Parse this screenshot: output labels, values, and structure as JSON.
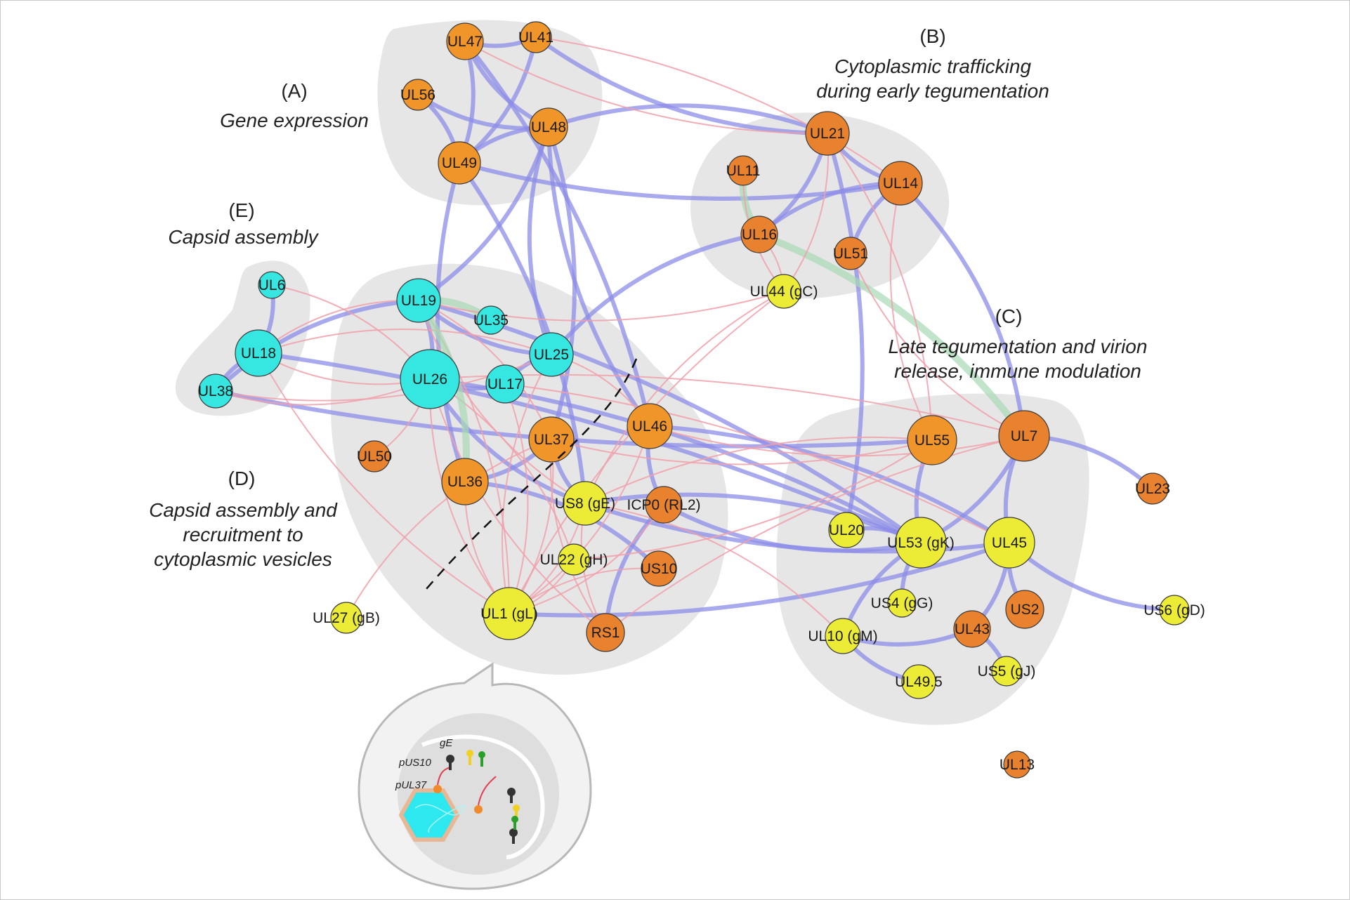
{
  "groups": [
    {
      "key": "A",
      "title": "(A)",
      "desc": [
        "Gene expression"
      ]
    },
    {
      "key": "B",
      "title": "(B)",
      "desc": [
        "Cytoplasmic trafficking",
        "during early tegumentation"
      ]
    },
    {
      "key": "C",
      "title": "(C)",
      "desc": [
        "Late tegumentation and virion",
        "release, immune modulation"
      ]
    },
    {
      "key": "D",
      "title": "(D)",
      "desc": [
        "Capsid assembly and",
        "recruitment to",
        "cytoplasmic vesicles"
      ]
    },
    {
      "key": "E",
      "title": "(E)",
      "desc": [
        "Capsid assembly"
      ]
    }
  ],
  "colors": {
    "orange": "#e8822e",
    "amber": "#f0952a",
    "cyan": "#36e6e0",
    "yellow": "#ecec36",
    "blue_edge": "#8c8ce8",
    "red_edge": "#f0a0aa",
    "green_edge": "#a6d8b4",
    "hull": "#e6e6e6"
  },
  "nodes": [
    {
      "id": "UL47",
      "label": "UL47",
      "color": "amber"
    },
    {
      "id": "UL41",
      "label": "UL41",
      "color": "amber"
    },
    {
      "id": "UL56",
      "label": "UL56",
      "color": "amber"
    },
    {
      "id": "UL48",
      "label": "UL48",
      "color": "amber"
    },
    {
      "id": "UL49",
      "label": "UL49",
      "color": "amber"
    },
    {
      "id": "UL21",
      "label": "UL21",
      "color": "orange"
    },
    {
      "id": "UL11",
      "label": "UL11",
      "color": "orange"
    },
    {
      "id": "UL14",
      "label": "UL14",
      "color": "orange"
    },
    {
      "id": "UL16",
      "label": "UL16",
      "color": "orange"
    },
    {
      "id": "UL51",
      "label": "UL51",
      "color": "orange"
    },
    {
      "id": "UL44",
      "label": "UL44 (gC)",
      "color": "yellow"
    },
    {
      "id": "UL6",
      "label": "UL6",
      "color": "cyan"
    },
    {
      "id": "UL18",
      "label": "UL18",
      "color": "cyan"
    },
    {
      "id": "UL38",
      "label": "UL38",
      "color": "cyan"
    },
    {
      "id": "UL19",
      "label": "UL19",
      "color": "cyan"
    },
    {
      "id": "UL35",
      "label": "UL35",
      "color": "cyan"
    },
    {
      "id": "UL25",
      "label": "UL25",
      "color": "cyan"
    },
    {
      "id": "UL26",
      "label": "UL26",
      "color": "cyan"
    },
    {
      "id": "UL17",
      "label": "UL17",
      "color": "cyan"
    },
    {
      "id": "UL50",
      "label": "UL50",
      "color": "orange"
    },
    {
      "id": "UL37",
      "label": "UL37",
      "color": "amber"
    },
    {
      "id": "UL46",
      "label": "UL46",
      "color": "amber"
    },
    {
      "id": "UL36",
      "label": "UL36",
      "color": "amber"
    },
    {
      "id": "US8",
      "label": "US8 (gE)",
      "color": "yellow"
    },
    {
      "id": "ICP0",
      "label": "ICP0 (RL2)",
      "color": "orange"
    },
    {
      "id": "UL22",
      "label": "UL22 (gH)",
      "color": "yellow"
    },
    {
      "id": "US10",
      "label": "US10",
      "color": "orange"
    },
    {
      "id": "UL1",
      "label": "UL1 (gL)",
      "color": "yellow"
    },
    {
      "id": "RS1",
      "label": "RS1",
      "color": "orange"
    },
    {
      "id": "UL27",
      "label": "UL27 (gB)",
      "color": "yellow"
    },
    {
      "id": "UL55",
      "label": "UL55",
      "color": "amber"
    },
    {
      "id": "UL7",
      "label": "UL7",
      "color": "orange"
    },
    {
      "id": "UL23",
      "label": "UL23",
      "color": "orange"
    },
    {
      "id": "UL20",
      "label": "UL20",
      "color": "yellow"
    },
    {
      "id": "UL53",
      "label": "UL53 (gK)",
      "color": "yellow"
    },
    {
      "id": "UL45",
      "label": "UL45",
      "color": "yellow"
    },
    {
      "id": "US4",
      "label": "US4 (gG)",
      "color": "yellow"
    },
    {
      "id": "US2",
      "label": "US2",
      "color": "orange"
    },
    {
      "id": "UL43",
      "label": "UL43",
      "color": "orange"
    },
    {
      "id": "US6",
      "label": "US6 (gD)",
      "color": "yellow"
    },
    {
      "id": "UL10",
      "label": "UL10 (gM)",
      "color": "yellow"
    },
    {
      "id": "US5",
      "label": "US5 (gJ)",
      "color": "yellow"
    },
    {
      "id": "UL49_5",
      "label": "UL49.5",
      "color": "yellow"
    },
    {
      "id": "UL13",
      "label": "UL13",
      "color": "orange"
    }
  ],
  "edges": [
    {
      "s": "UL47",
      "t": "UL48",
      "type": "blue"
    },
    {
      "s": "UL47",
      "t": "UL49",
      "type": "blue"
    },
    {
      "s": "UL47",
      "t": "UL41",
      "type": "blue"
    },
    {
      "s": "UL41",
      "t": "UL49",
      "type": "blue"
    },
    {
      "s": "UL56",
      "t": "UL48",
      "type": "blue"
    },
    {
      "s": "UL56",
      "t": "UL49",
      "type": "blue"
    },
    {
      "s": "UL48",
      "t": "UL49",
      "type": "blue"
    },
    {
      "s": "UL48",
      "t": "UL37",
      "type": "blue"
    },
    {
      "s": "UL48",
      "t": "UL46",
      "type": "blue"
    },
    {
      "s": "UL48",
      "t": "UL19",
      "type": "blue"
    },
    {
      "s": "UL48",
      "t": "UL25",
      "type": "blue"
    },
    {
      "s": "UL48",
      "t": "UL21",
      "type": "blue"
    },
    {
      "s": "UL41",
      "t": "UL21",
      "type": "blue"
    },
    {
      "s": "UL47",
      "t": "UL46",
      "type": "blue"
    },
    {
      "s": "UL49",
      "t": "UL14",
      "type": "blue"
    },
    {
      "s": "UL49",
      "t": "US8",
      "type": "blue"
    },
    {
      "s": "UL49",
      "t": "UL36",
      "type": "blue"
    },
    {
      "s": "UL21",
      "t": "UL16",
      "type": "blue"
    },
    {
      "s": "UL21",
      "t": "UL14",
      "type": "blue"
    },
    {
      "s": "UL21",
      "t": "UL20",
      "type": "blue"
    },
    {
      "s": "UL14",
      "t": "UL16",
      "type": "blue"
    },
    {
      "s": "UL14",
      "t": "UL7",
      "type": "blue"
    },
    {
      "s": "UL14",
      "t": "UL51",
      "type": "blue"
    },
    {
      "s": "UL16",
      "t": "UL11",
      "type": "green"
    },
    {
      "s": "UL16",
      "t": "UL25",
      "type": "blue"
    },
    {
      "s": "UL16",
      "t": "UL7",
      "type": "green"
    },
    {
      "s": "UL51",
      "t": "UL7",
      "type": "red"
    },
    {
      "s": "UL6",
      "t": "UL18",
      "type": "blue"
    },
    {
      "s": "UL18",
      "t": "UL38",
      "type": "blue"
    },
    {
      "s": "UL38",
      "t": "UL19",
      "type": "blue"
    },
    {
      "s": "UL38",
      "t": "UL55",
      "type": "blue"
    },
    {
      "s": "UL19",
      "t": "UL26",
      "type": "blue"
    },
    {
      "s": "UL19",
      "t": "UL25",
      "type": "blue"
    },
    {
      "s": "UL19",
      "t": "UL53",
      "type": "blue"
    },
    {
      "s": "UL26",
      "t": "UL17",
      "type": "blue"
    },
    {
      "s": "UL26",
      "t": "UL53",
      "type": "blue"
    },
    {
      "s": "UL26",
      "t": "US8",
      "type": "blue"
    },
    {
      "s": "UL17",
      "t": "UL25",
      "type": "blue"
    },
    {
      "s": "UL35",
      "t": "UL19",
      "type": "green"
    },
    {
      "s": "UL37",
      "t": "UL36",
      "type": "blue"
    },
    {
      "s": "UL37",
      "t": "US8",
      "type": "blue"
    },
    {
      "s": "UL46",
      "t": "UL45",
      "type": "blue"
    },
    {
      "s": "UL46",
      "t": "ICP0",
      "type": "blue"
    },
    {
      "s": "UL36",
      "t": "US10",
      "type": "blue"
    },
    {
      "s": "US8",
      "t": "UL45",
      "type": "blue"
    },
    {
      "s": "US8",
      "t": "UL53",
      "type": "blue"
    },
    {
      "s": "ICP0",
      "t": "UL53",
      "type": "blue"
    },
    {
      "s": "RS1",
      "t": "ICP0",
      "type": "blue"
    },
    {
      "s": "UL1",
      "t": "UL45",
      "type": "blue"
    },
    {
      "s": "UL18",
      "t": "UL53",
      "type": "blue"
    },
    {
      "s": "UL55",
      "t": "UL53",
      "type": "blue"
    },
    {
      "s": "UL7",
      "t": "UL53",
      "type": "blue"
    },
    {
      "s": "UL7",
      "t": "UL45",
      "type": "blue"
    },
    {
      "s": "UL7",
      "t": "UL23",
      "type": "blue"
    },
    {
      "s": "UL45",
      "t": "US2",
      "type": "blue"
    },
    {
      "s": "UL45",
      "t": "UL43",
      "type": "blue"
    },
    {
      "s": "UL53",
      "t": "US4",
      "type": "blue"
    },
    {
      "s": "UL43",
      "t": "UL10",
      "type": "blue"
    },
    {
      "s": "UL10",
      "t": "UL49_5",
      "type": "blue"
    },
    {
      "s": "UL43",
      "t": "US5",
      "type": "blue"
    },
    {
      "s": "UL53",
      "t": "UL10",
      "type": "blue"
    },
    {
      "s": "UL20",
      "t": "UL53",
      "type": "blue"
    },
    {
      "s": "UL45",
      "t": "US6",
      "type": "blue"
    },
    {
      "s": "UL18",
      "t": "UL19",
      "type": "red"
    },
    {
      "s": "UL18",
      "t": "UL26",
      "type": "red"
    },
    {
      "s": "UL18",
      "t": "UL25",
      "type": "red"
    },
    {
      "s": "UL18",
      "t": "UL1",
      "type": "red"
    },
    {
      "s": "UL6",
      "t": "UL26",
      "type": "red"
    },
    {
      "s": "UL38",
      "t": "UL25",
      "type": "red"
    },
    {
      "s": "UL19",
      "t": "UL1",
      "type": "red"
    },
    {
      "s": "UL19",
      "t": "US8",
      "type": "red"
    },
    {
      "s": "UL19",
      "t": "UL37",
      "type": "red"
    },
    {
      "s": "UL26",
      "t": "UL1",
      "type": "red"
    },
    {
      "s": "UL26",
      "t": "UL22",
      "type": "red"
    },
    {
      "s": "UL26",
      "t": "RS1",
      "type": "red"
    },
    {
      "s": "UL17",
      "t": "UL1",
      "type": "red"
    },
    {
      "s": "UL25",
      "t": "UL1",
      "type": "red"
    },
    {
      "s": "UL25",
      "t": "UL46",
      "type": "red"
    },
    {
      "s": "UL36",
      "t": "UL1",
      "type": "red"
    },
    {
      "s": "UL37",
      "t": "UL1",
      "type": "red"
    },
    {
      "s": "UL37",
      "t": "RS1",
      "type": "red"
    },
    {
      "s": "US8",
      "t": "UL1",
      "type": "red"
    },
    {
      "s": "US8",
      "t": "RS1",
      "type": "red"
    },
    {
      "s": "UL22",
      "t": "UL1",
      "type": "red"
    },
    {
      "s": "US10",
      "t": "UL1",
      "type": "red"
    },
    {
      "s": "ICP0",
      "t": "UL1",
      "type": "red"
    },
    {
      "s": "UL44",
      "t": "UL1",
      "type": "red"
    },
    {
      "s": "UL44",
      "t": "UL19",
      "type": "red"
    },
    {
      "s": "UL44",
      "t": "US8",
      "type": "red"
    },
    {
      "s": "UL21",
      "t": "UL44",
      "type": "red"
    },
    {
      "s": "UL14",
      "t": "UL55",
      "type": "red"
    },
    {
      "s": "UL21",
      "t": "UL55",
      "type": "red"
    },
    {
      "s": "UL11",
      "t": "UL44",
      "type": "red"
    },
    {
      "s": "UL16",
      "t": "UL44",
      "type": "red"
    },
    {
      "s": "UL55",
      "t": "US8",
      "type": "red"
    },
    {
      "s": "UL55",
      "t": "UL37",
      "type": "red"
    },
    {
      "s": "UL7",
      "t": "UL26",
      "type": "red"
    },
    {
      "s": "UL7",
      "t": "UL46",
      "type": "red"
    },
    {
      "s": "UL7",
      "t": "RS1",
      "type": "red"
    },
    {
      "s": "UL46",
      "t": "UL1",
      "type": "red"
    },
    {
      "s": "UL50",
      "t": "UL26",
      "type": "red"
    },
    {
      "s": "UL27",
      "t": "UL37",
      "type": "red"
    },
    {
      "s": "UL10",
      "t": "US8",
      "type": "red"
    },
    {
      "s": "UL41",
      "t": "UL14",
      "type": "red"
    },
    {
      "s": "UL36",
      "t": "UL19",
      "type": "green"
    },
    {
      "s": "UL26",
      "t": "UL38",
      "type": "red"
    },
    {
      "s": "UL22",
      "t": "UL55",
      "type": "red"
    },
    {
      "s": "UL17",
      "t": "UL45",
      "type": "red"
    },
    {
      "s": "UL47",
      "t": "UL21",
      "type": "red"
    }
  ],
  "inset": {
    "labels": [
      "gE",
      "pUS10",
      "pUL37"
    ]
  }
}
